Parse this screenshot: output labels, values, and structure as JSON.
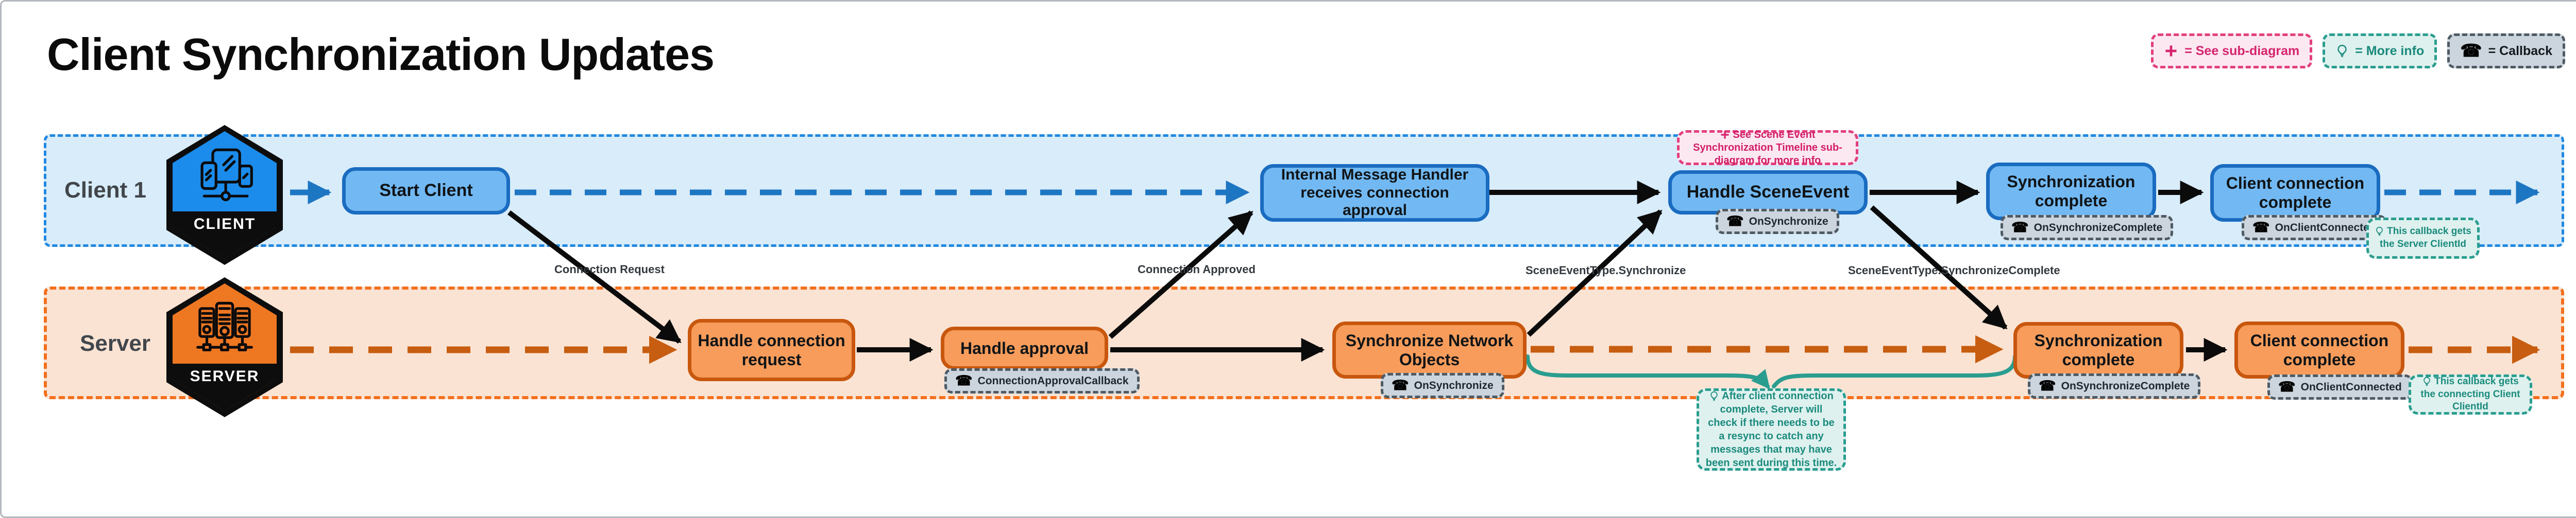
{
  "title": "Client Synchronization Updates",
  "legend": {
    "see_sub_diagram": "= See sub-diagram",
    "more_info": "= More info",
    "callback": "= Callback"
  },
  "lanes": {
    "client": {
      "label": "Client 1",
      "badge": "CLIENT"
    },
    "server": {
      "label": "Server",
      "badge": "SERVER"
    }
  },
  "nodes": {
    "start_client": "Start Client",
    "internal_message_handler": "Internal Message Handler receives connection approval",
    "handle_scene_event": "Handle SceneEvent",
    "client_sync_complete": "Synchronization complete",
    "client_connection_complete": "Client connection complete",
    "handle_connection_request": "Handle connection request",
    "handle_approval": "Handle approval",
    "synchronize_network_objects": "Synchronize Network Objects",
    "server_sync_complete": "Synchronization complete",
    "server_connection_complete": "Client connection complete"
  },
  "callbacks": {
    "on_synchronize_client": "OnSynchronize",
    "on_synchronize_complete_client": "OnSynchronizeComplete",
    "on_client_connected_client": "OnClientConnected",
    "connection_approval_callback": "ConnectionApprovalCallback",
    "on_synchronize_server": "OnSynchronize",
    "on_synchronize_complete_server": "OnSynchronizeComplete",
    "on_client_connected_server": "OnClientConnected"
  },
  "notes": {
    "scene_event_sub_diagram": "See Scene Event Synchronization Timeline sub-diagram for more info",
    "server_client_id": "This callback gets the Server ClientId",
    "resync_check": "After client connection complete, Server will check if there needs to be a resync to catch any messages that may have been sent during this time.",
    "connecting_client_id": "This callback gets the connecting Client ClientId"
  },
  "edge_labels": {
    "connection_request": "Connection Request",
    "connection_approved": "Connection Approved",
    "scene_event_synchronize": "SceneEventType.Synchronize",
    "scene_event_synchronize_complete": "SceneEventType.SynchronizeComplete"
  },
  "colors": {
    "client_lane_bg": "#d8ecfa",
    "client_lane_border": "#2088e0",
    "client_node_fill": "#72b9f3",
    "client_node_border": "#1a6cc0",
    "client_hex_fill": "#1b8ceb",
    "server_lane_bg": "#fbe3d3",
    "server_lane_border": "#f3701e",
    "server_node_fill": "#f79c5b",
    "server_node_border": "#c8570e",
    "server_hex_fill": "#ee7722",
    "blue_dashed_arrow": "#1d76c2",
    "orange_dashed_arrow": "#c75d10",
    "black_arrow": "#0b0b0b",
    "callback_badge_bg": "#ccd5dd",
    "pink_note": "#d6246e",
    "teal_note": "#1b8a7d"
  }
}
